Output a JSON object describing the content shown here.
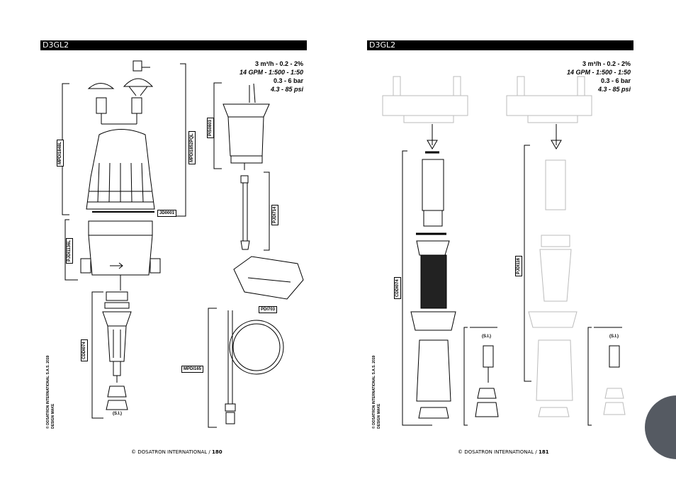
{
  "left_page": {
    "title": "D3GL2",
    "spec": {
      "line1": "3 m³/h  -   0.2  -  2%",
      "line2": "14 GPM - 1:500 - 1:50",
      "line3": "0.3  -  6 bar",
      "line4": "4.3 - 85 psi"
    },
    "labels": {
      "top_left": "MPDI1848L",
      "top_right": "MPDI1852PQL",
      "piston": "PIS0803",
      "oring": "JD0001",
      "body": "PJDI1136L",
      "plunger": "PJDI714",
      "bracket": "PDI703",
      "lower": "CDDI074",
      "tube": "MPDI165",
      "valve_small": "(S.I.)"
    },
    "copyright": "© DOSATRON INTERNATIONAL S.A.S. 2019",
    "copyright2": "DESIGN MAKE",
    "footer_text": "© DOSATRON INTERNATIONAL /",
    "page_number": "180"
  },
  "right_page": {
    "title": "D3GL2",
    "spec": {
      "line1": "3 m³/h  -   0.2  -  2%",
      "line2": "14 GPM - 1:500 - 1:50",
      "line3": "0.3  -  6 bar",
      "line4": "4.3 - 85 psi"
    },
    "labels": {
      "kit_left": "CDDI074",
      "kit_right": "PJDI116",
      "valve_left": "(S.I.)",
      "valve_right": "(S.I.)"
    },
    "copyright": "© DOSATRON INTERNATIONAL S.A.S. 2019",
    "copyright2": "DESIGN MAKE",
    "footer_text": "© DOSATRON INTERNATIONAL /",
    "page_number": "181"
  },
  "colors": {
    "title_bg": "#000000",
    "tab": "#555a62",
    "line": "#000000",
    "ghost": "#bbbbbb"
  }
}
